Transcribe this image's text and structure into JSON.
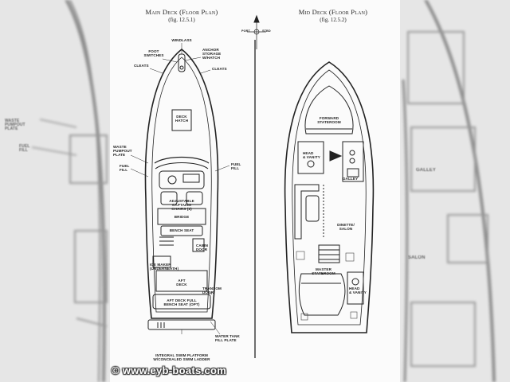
{
  "main_deck": {
    "title": "Main Deck (Floor Plan)",
    "fig": "(fig. 12.5.1)",
    "labels": {
      "windlass": "WINDLASS",
      "foot_switches": "FOOT\nSWITCHES",
      "anchor_storage": "ANCHOR\nSTORAGE\nW/HATCH",
      "cleats_left": "CLEATS",
      "cleats_right": "CLEATS",
      "deck_hatch": "DECK\nHATCH",
      "waste_pumpout": "WASTE\nPUMPOUT\nPLATE",
      "fuel_fill_left": "FUEL\nFILL",
      "fuel_fill_right": "FUEL\nFILL",
      "captains_chairs": "ADJUSTABLE\nCAPTAINS\nCHAIRS (2)",
      "bridge": "BRIDGE",
      "bench_seat": "BENCH SEAT",
      "cabin_door": "CABIN\nDOOR",
      "ice_maker": "ICE MAKER\n(UNDERNEATH)",
      "aft_deck": "AFT\nDECK",
      "transom_door": "TRANSOM\nDOOR",
      "aft_bench": "AFT DECK FULL\nBENCH SEAT (OPT)",
      "water_tank": "WATER TANK\nFILL PLATE",
      "swim_platform": "INTEGRAL SWIM PLATFORM\nW/CONCEALED SWIM LADDER"
    }
  },
  "compass": {
    "port": "PORT",
    "stbd": "STBD"
  },
  "mid_deck": {
    "title": "Mid Deck (Floor Plan)",
    "fig": "(fig. 12.5.2)",
    "labels": {
      "forward_stateroom": "FORWARD\nSTATEROOM",
      "head_vanity_fwd": "HEAD\n& VANITY",
      "galley": "GALLEY",
      "dinette_salon": "DINETTE/\nSALON",
      "master_stateroom": "MASTER\nSTATEROOM",
      "head_vanity_aft": "HEAD\n& VANITY"
    }
  },
  "background": {
    "left_labels": [
      "WASTE\nPUMPOUT\nPLATE",
      "FUEL\nFILL"
    ],
    "right_labels": [
      "GALLEY",
      "SALON"
    ]
  },
  "watermark": "© www.eyb-boats.com"
}
